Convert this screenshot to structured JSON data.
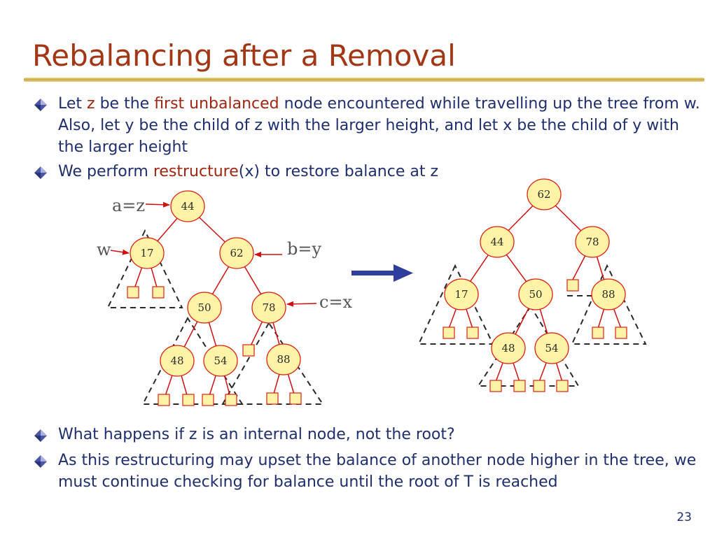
{
  "slide": {
    "title": "Rebalancing after a Removal",
    "page_number": "23"
  },
  "bullets": [
    {
      "parts": [
        {
          "text": "Let "
        },
        {
          "text": "z",
          "highlight": true
        },
        {
          "text": " be the "
        },
        {
          "text": "first unbalanced",
          "highlight": true
        },
        {
          "text": " node encountered while travelling up the tree from w. Also, let y be the child of z with the larger height, and let x be the child of y with the larger height"
        }
      ]
    },
    {
      "parts": [
        {
          "text": "We perform "
        },
        {
          "text": "restructure",
          "highlight": true
        },
        {
          "text": "(x) to restore balance at z"
        }
      ]
    },
    {
      "parts": [
        {
          "text": "What happens if z is an internal node, not the root?"
        }
      ]
    },
    {
      "parts": [
        {
          "text": "As this restructuring may upset the balance of another node higher in the tree, we must continue checking for balance until the root of T is reached"
        }
      ]
    }
  ],
  "colors": {
    "title": "#a33614",
    "body_text": "#1f2f6e",
    "highlight": "#a02512",
    "node_fill": "#fef3a6",
    "node_stroke": "#e02010",
    "edge": "#d01010",
    "arrow": "#2e3e9c",
    "dashed": "#2a2a2a"
  },
  "icons": {
    "bullet": "diamond-bullet-icon",
    "transform": "right-arrow-icon",
    "callout": "pointer-arrow-icon"
  },
  "diagram": {
    "before": {
      "nodes": [
        {
          "id": "b44",
          "label": "44"
        },
        {
          "id": "b17",
          "label": "17"
        },
        {
          "id": "b62",
          "label": "62"
        },
        {
          "id": "b50",
          "label": "50"
        },
        {
          "id": "b78",
          "label": "78"
        },
        {
          "id": "b48",
          "label": "48"
        },
        {
          "id": "b54",
          "label": "54"
        },
        {
          "id": "b88",
          "label": "88"
        }
      ],
      "callouts": [
        {
          "id": "az",
          "label": "a=z",
          "target": "b44"
        },
        {
          "id": "w",
          "label": "w",
          "target": "b17"
        },
        {
          "id": "by",
          "label": "b=y",
          "target": "b62"
        },
        {
          "id": "cx",
          "label": "c=x",
          "target": "b78"
        }
      ]
    },
    "after": {
      "nodes": [
        {
          "id": "a62",
          "label": "62"
        },
        {
          "id": "a44",
          "label": "44"
        },
        {
          "id": "a78",
          "label": "78"
        },
        {
          "id": "a17",
          "label": "17"
        },
        {
          "id": "a50",
          "label": "50"
        },
        {
          "id": "a88",
          "label": "88"
        },
        {
          "id": "a48",
          "label": "48"
        },
        {
          "id": "a54",
          "label": "54"
        }
      ]
    }
  }
}
